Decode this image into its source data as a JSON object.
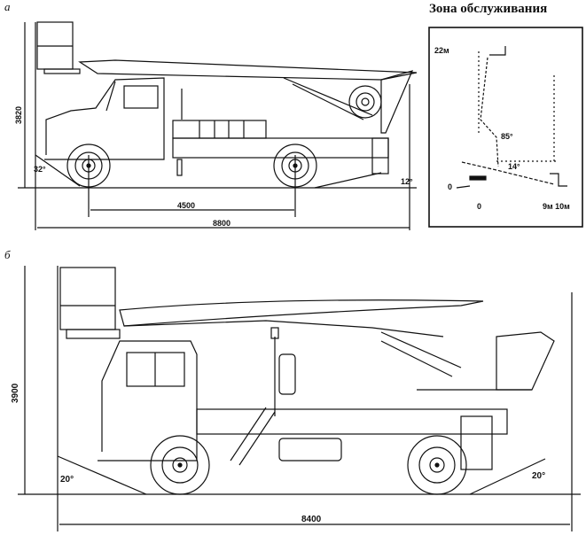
{
  "figure_a": {
    "label": "а",
    "height_dim": "3820",
    "wheelbase_dim": "4500",
    "length_dim": "8800",
    "front_angle": "32°",
    "rear_angle": "12°"
  },
  "service_zone": {
    "title": "Зона обслуживания",
    "height_label": "22м",
    "angle_upper": "85°",
    "angle_lower": "14°",
    "y_zero": "0",
    "x_zero": "0",
    "reach_label": "9м 10м"
  },
  "figure_b": {
    "label": "б",
    "height_dim": "3900",
    "length_dim": "8400",
    "front_angle": "20°",
    "rear_angle": "20°"
  }
}
